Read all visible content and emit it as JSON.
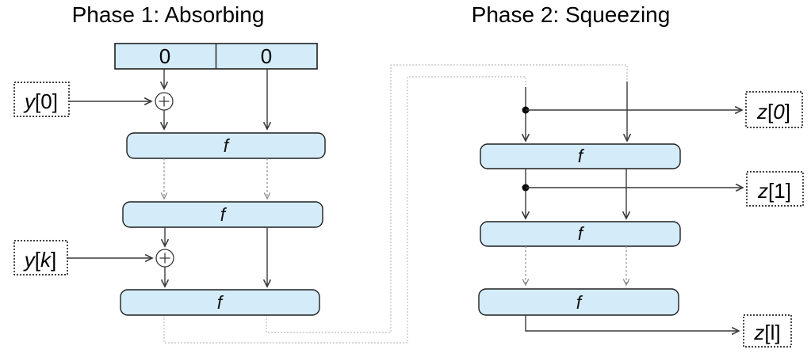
{
  "diagram": {
    "title_left": "Phase 1: Absorbing",
    "title_right": "Phase 2: Squeezing",
    "function_label": "f",
    "state": {
      "cells": [
        "0",
        "0"
      ]
    },
    "inputs": [
      {
        "var": "y",
        "open": "[",
        "index": "0",
        "close": "]"
      },
      {
        "var": "y",
        "open": "[",
        "index": "k",
        "close": "]"
      }
    ],
    "outputs": [
      {
        "var": "z",
        "open": "[",
        "index": "0",
        "close": "]"
      },
      {
        "var": "z",
        "open": "[",
        "index": "1",
        "close": "]"
      },
      {
        "var": "z",
        "open": "[",
        "index": "l",
        "close": "]"
      }
    ],
    "icons": {
      "xor": "circle-plus-xor",
      "branch": "filled-branch-dot",
      "arrowhead": "open-chevron"
    },
    "colors": {
      "box_fill": "#d4ecf9",
      "box_border": "#1f1f1f",
      "arrow": "#3a3a3a",
      "dashed_arrow": "#8a8a8a",
      "wrap_line": "#bdbdbd"
    }
  }
}
